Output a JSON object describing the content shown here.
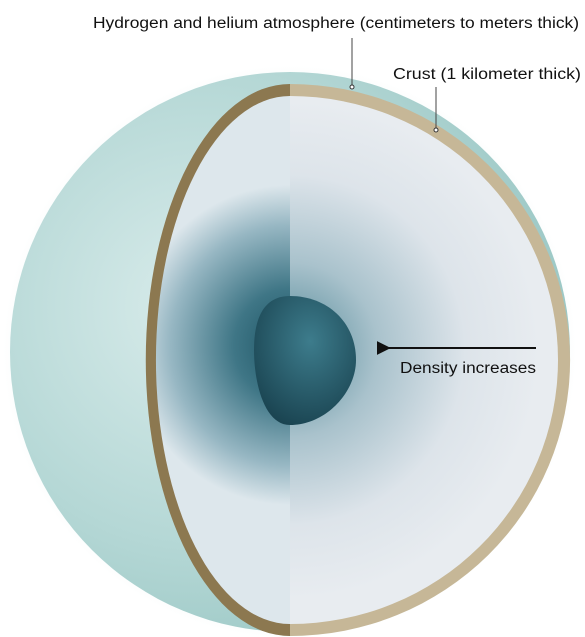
{
  "diagram": {
    "labels": {
      "atmosphere": "Hydrogen and helium atmosphere (centimeters to meters thick)",
      "crust": "Crust (1 kilometer thick)",
      "density": "Density increases"
    },
    "colors": {
      "outer_sphere": "#a6cfcc",
      "crust": "#c6b797",
      "crust_shadow": "#8c7850",
      "interior_dark": "#1e5564",
      "interior_light": "#e2e7ec",
      "core": "#1b4d5b",
      "text": "#111111"
    }
  }
}
